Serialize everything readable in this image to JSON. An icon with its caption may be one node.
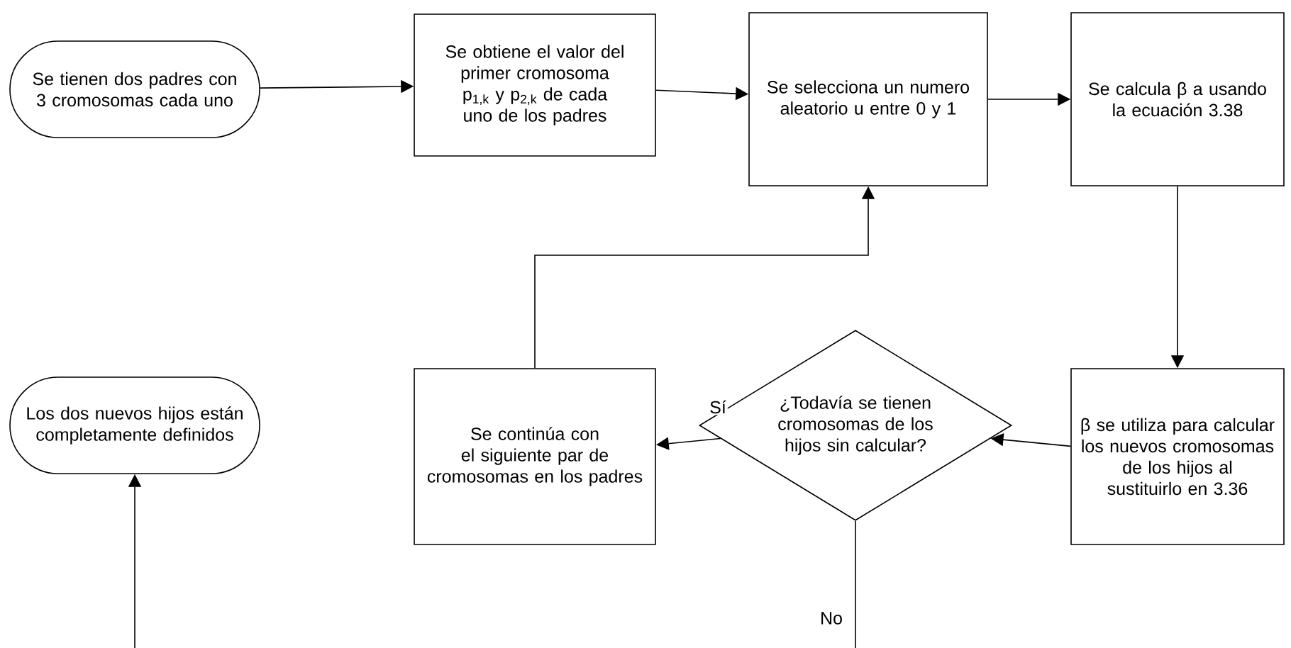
{
  "diagram": {
    "nodes": [
      {
        "text": [
          "Se tienen dos padres con 3 cromosomas cada uno"
        ]
      },
      {
        "text": [
          "Se obtiene el valor del primer cromosoma p$_{1,k}$ y p$_{2,k}$ de cada uno de los padres"
        ]
      },
      {
        "text": [
          "Se selecciona un numero aleatorio u entre 0 y 1"
        ]
      },
      {
        "text": [
          "Se calcula β a usando la ecuación 3.38"
        ]
      },
      {
        "text": [
          "β se utiliza para calcular los nuevos cromosomas de los hijos al sustituirlo en 3.36"
        ]
      },
      {
        "text": [
          "¿Todavía se tienen cromosomas de los hijos sin calcular?"
        ]
      },
      {
        "text": [
          "Se continúa con el siguiente par de cromosomas en los padres"
        ]
      },
      {
        "text": [
          "Los dos nuevos hijos están completamente definidos"
        ]
      }
    ],
    "edges": [
      {
        "from": 0,
        "to": 1,
        "arrow": "to"
      },
      {
        "from": 1,
        "to": 2,
        "arrow": "to"
      },
      {
        "from": 2,
        "to": 3,
        "arrow": "to"
      },
      {
        "from": 3,
        "to": 4,
        "arrow": "to"
      },
      {
        "from": 4,
        "to": 5,
        "arrow": "to"
      },
      {
        "from": 5,
        "to": 6,
        "arrow": "to",
        "label": "Sí"
      },
      {
        "from": 6,
        "to": 2,
        "arrow": "to"
      },
      {
        "from": 5,
        "to": 7,
        "arrow": "to",
        "label": "No"
      }
    ]
  }
}
